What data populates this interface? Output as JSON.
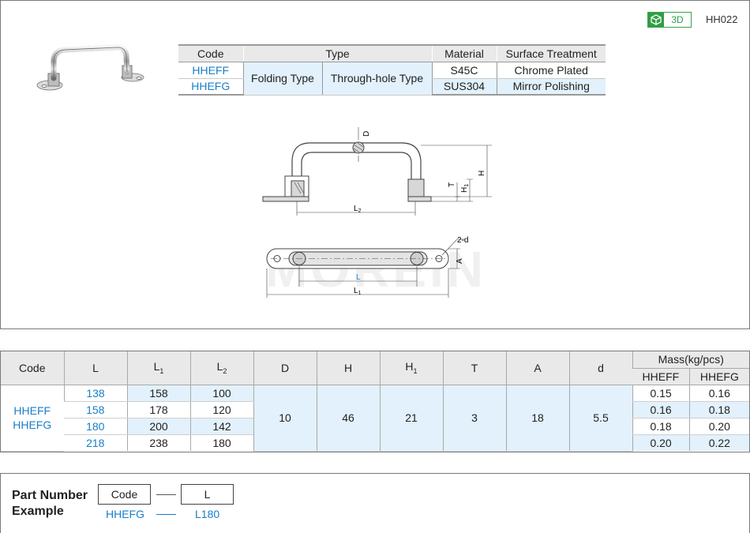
{
  "badge": {
    "label": "3D",
    "icon": "cube-icon"
  },
  "series_code": "HH022",
  "type_table": {
    "headers": [
      "Code",
      "Type",
      "Material",
      "Surface Treatment"
    ],
    "codes": [
      "HHEFF",
      "HHEFG"
    ],
    "type_1": "Folding Type",
    "type_2": "Through-hole Type",
    "materials": [
      "S45C",
      "SUS304"
    ],
    "treatments": [
      "Chrome Plated",
      "Mirror Polishing"
    ]
  },
  "drawing": {
    "labels": {
      "D": "D",
      "H": "H",
      "H1": "H",
      "H1_sub": "1",
      "T": "T",
      "L2": "L",
      "L2_sub": "2",
      "d2": "2-d",
      "A": "A",
      "L": "L",
      "L1": "L",
      "L1_sub": "1"
    },
    "watermark": "MOREIN"
  },
  "spec_table": {
    "headers": [
      "Code",
      "L",
      "L",
      "L",
      "D",
      "H",
      "H",
      "T",
      "A",
      "d",
      "Mass(kg/pcs)"
    ],
    "header_subs": {
      "L1": "1",
      "L2": "2",
      "H1": "1"
    },
    "mass_headers": [
      "HHEFF",
      "HHEFG"
    ],
    "code_lines": [
      "HHEFF",
      "HHEFG"
    ],
    "rows": [
      {
        "L": "138",
        "L1": "158",
        "L2": "100",
        "m1": "0.15",
        "m2": "0.16"
      },
      {
        "L": "158",
        "L1": "178",
        "L2": "120",
        "m1": "0.16",
        "m2": "0.18"
      },
      {
        "L": "180",
        "L1": "200",
        "L2": "142",
        "m1": "0.18",
        "m2": "0.20"
      },
      {
        "L": "218",
        "L1": "238",
        "L2": "180",
        "m1": "0.20",
        "m2": "0.22"
      }
    ],
    "shared": {
      "D": "10",
      "H": "46",
      "H1": "21",
      "T": "3",
      "A": "18",
      "d": "5.5"
    }
  },
  "part_number": {
    "label_line1": "Part Number",
    "label_line2": "Example",
    "box1": "Code",
    "box2": "L",
    "example_code": "HHEFG",
    "example_L": "L180"
  }
}
